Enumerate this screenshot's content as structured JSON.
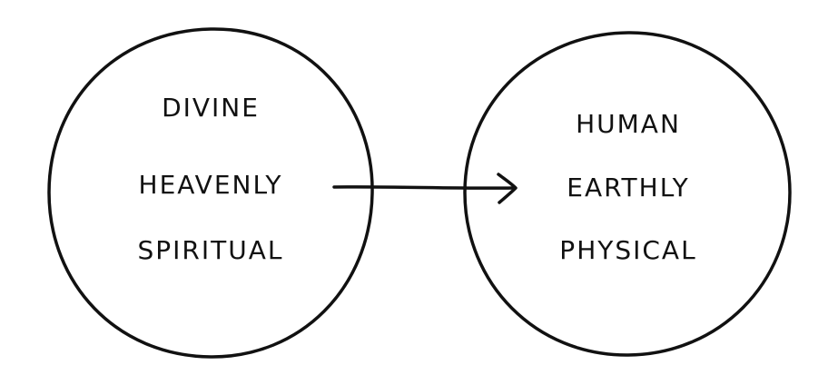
{
  "left_circle": {
    "lines": [
      "DIVINE",
      "HEAVENLY",
      "SPIRITUAL"
    ]
  },
  "right_circle": {
    "lines": [
      "HUMAN",
      "EARTHLY",
      "PHYSICAL"
    ]
  },
  "colors": {
    "stroke": "#111111",
    "background": "#ffffff"
  },
  "icons": {
    "connector": "right-arrow-icon"
  }
}
